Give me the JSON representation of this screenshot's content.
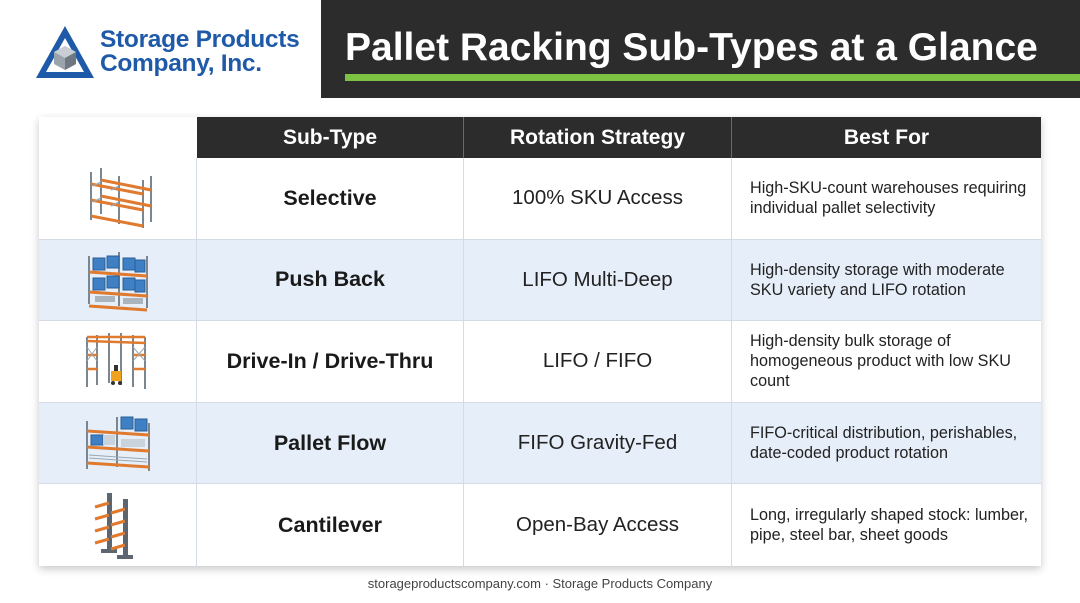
{
  "logo": {
    "line1": "Storage Products",
    "line2": "Company, Inc."
  },
  "title": "Pallet Racking Sub-Types at a Glance",
  "colors": {
    "brand_blue": "#1e5aa8",
    "accent_green": "#7dc242",
    "header_dark": "#2c2c2c",
    "row_alt": "#e5eef9"
  },
  "table": {
    "headers": [
      "Sub-Type",
      "Rotation Strategy",
      "Best For"
    ],
    "rows": [
      {
        "icon": "selective-rack-icon",
        "sub_type": "Selective",
        "rotation": "100% SKU Access",
        "best_for": "High-SKU-count warehouses requiring individual pallet selectivity"
      },
      {
        "icon": "push-back-rack-icon",
        "sub_type": "Push Back",
        "rotation": "LIFO Multi-Deep",
        "best_for": "High-density storage with moderate SKU variety and LIFO rotation"
      },
      {
        "icon": "drive-in-rack-icon",
        "sub_type": "Drive-In / Drive-Thru",
        "rotation": "LIFO / FIFO",
        "best_for": "High-density bulk storage of homogeneous product with low SKU count"
      },
      {
        "icon": "pallet-flow-rack-icon",
        "sub_type": "Pallet Flow",
        "rotation": "FIFO Gravity-Fed",
        "best_for": "FIFO-critical distribution, perishables, date-coded product rotation"
      },
      {
        "icon": "cantilever-rack-icon",
        "sub_type": "Cantilever",
        "rotation": "Open-Bay Access",
        "best_for": "Long, irregularly shaped stock: lumber, pipe, steel bar, sheet goods"
      }
    ]
  },
  "footer": "storageproductscompany.com · Storage Products Company"
}
